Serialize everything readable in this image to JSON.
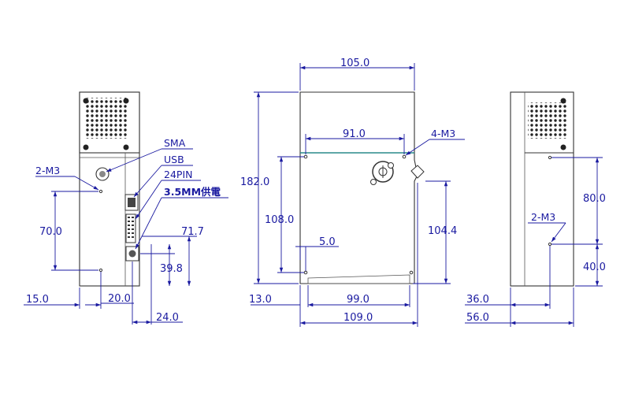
{
  "colors": {
    "dimension": "#1a1aa0",
    "outline": "#333333",
    "accent": "#2a8a8a"
  },
  "left_view": {
    "callouts": {
      "sma": "SMA",
      "usb": "USB",
      "pin24": "24PIN",
      "power": "3.5MM供電",
      "holes": "2-M3"
    },
    "dims": {
      "h70": "70.0",
      "h71_7": "71.7",
      "h39_8": "39.8",
      "w15": "15.0",
      "w20": "20.0",
      "w24": "24.0"
    }
  },
  "front_view": {
    "callouts": {
      "holes": "4-M3"
    },
    "dims": {
      "w105": "105.0",
      "w91": "91.0",
      "h182": "182.0",
      "h108": "108.0",
      "h104_4": "104.4",
      "s5": "5.0",
      "h13": "13.0",
      "w99": "99.0",
      "w109": "109.0"
    }
  },
  "right_view": {
    "callouts": {
      "holes": "2-M3"
    },
    "dims": {
      "h80": "80.0",
      "h40": "40.0",
      "w36": "36.0",
      "w56": "56.0"
    }
  }
}
